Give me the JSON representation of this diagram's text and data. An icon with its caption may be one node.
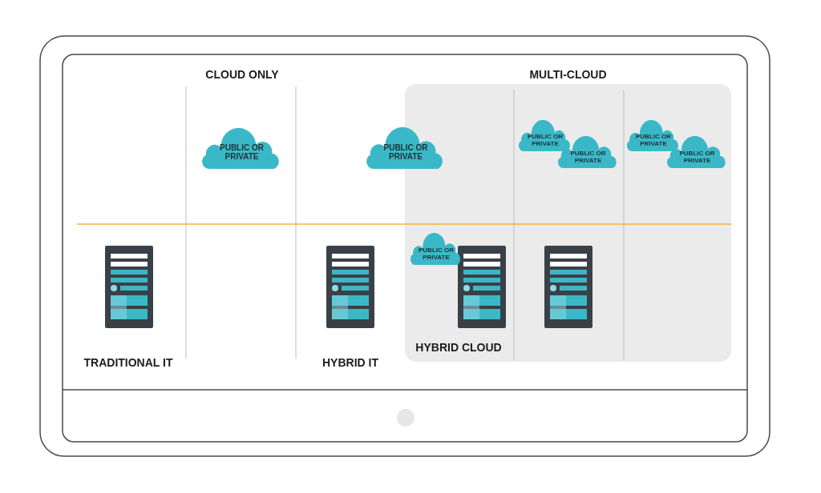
{
  "diagram": {
    "nodes": [
      {
        "text": [
          "MULTI-CLOUD"
        ]
      },
      {
        "text": [
          "PUBLIC OR PRIVATE"
        ]
      },
      {
        "text": [
          "PUBLIC OR PRIVATE"
        ]
      },
      {
        "text": [
          "PUBLIC OR PRIVATE"
        ],
        "in": 0
      },
      {
        "text": [
          "PUBLIC OR PRIVATE"
        ],
        "in": 0
      },
      {
        "text": [
          "PUBLIC OR PRIVATE"
        ],
        "in": 0
      },
      {
        "text": [
          "PUBLIC OR PRIVATE"
        ],
        "in": 0
      },
      {
        "text": [
          "PUBLIC OR PRIVATE"
        ],
        "in": 0
      }
    ],
    "edges": [],
    "labels": [
      "CLOUD ONLY",
      "HYBRID CLOUD",
      "TRADITIONAL IT",
      "HYBRID IT"
    ]
  }
}
